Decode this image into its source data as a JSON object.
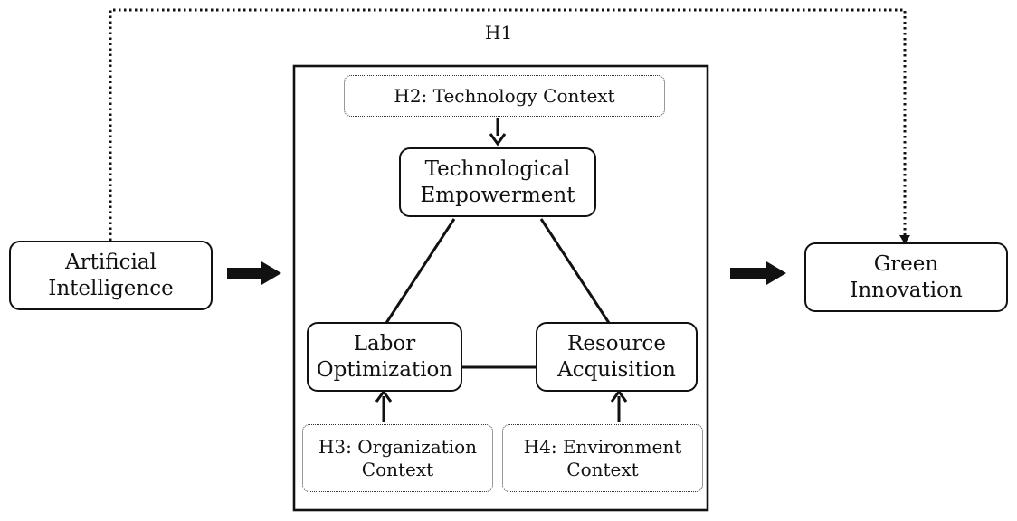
{
  "h1_label": "H1",
  "nodes": {
    "artificial_intelligence": [
      "Artificial",
      "Intelligence"
    ],
    "green_innovation": [
      "Green",
      "Innovation"
    ],
    "technological_empowerment": [
      "Technological",
      "Empowerment"
    ],
    "labor_optimization": [
      "Labor",
      "Optimization"
    ],
    "resource_acquisition": [
      "Resource",
      "Acquisition"
    ]
  },
  "contexts": {
    "technology": [
      "H2: Technology Context"
    ],
    "organization": [
      "H3: Organization",
      "Context"
    ],
    "environment": [
      "H4: Environment",
      "Context"
    ]
  },
  "colors": {
    "stroke": "#111111",
    "dotted_stroke": "#333333",
    "background": "#ffffff"
  }
}
